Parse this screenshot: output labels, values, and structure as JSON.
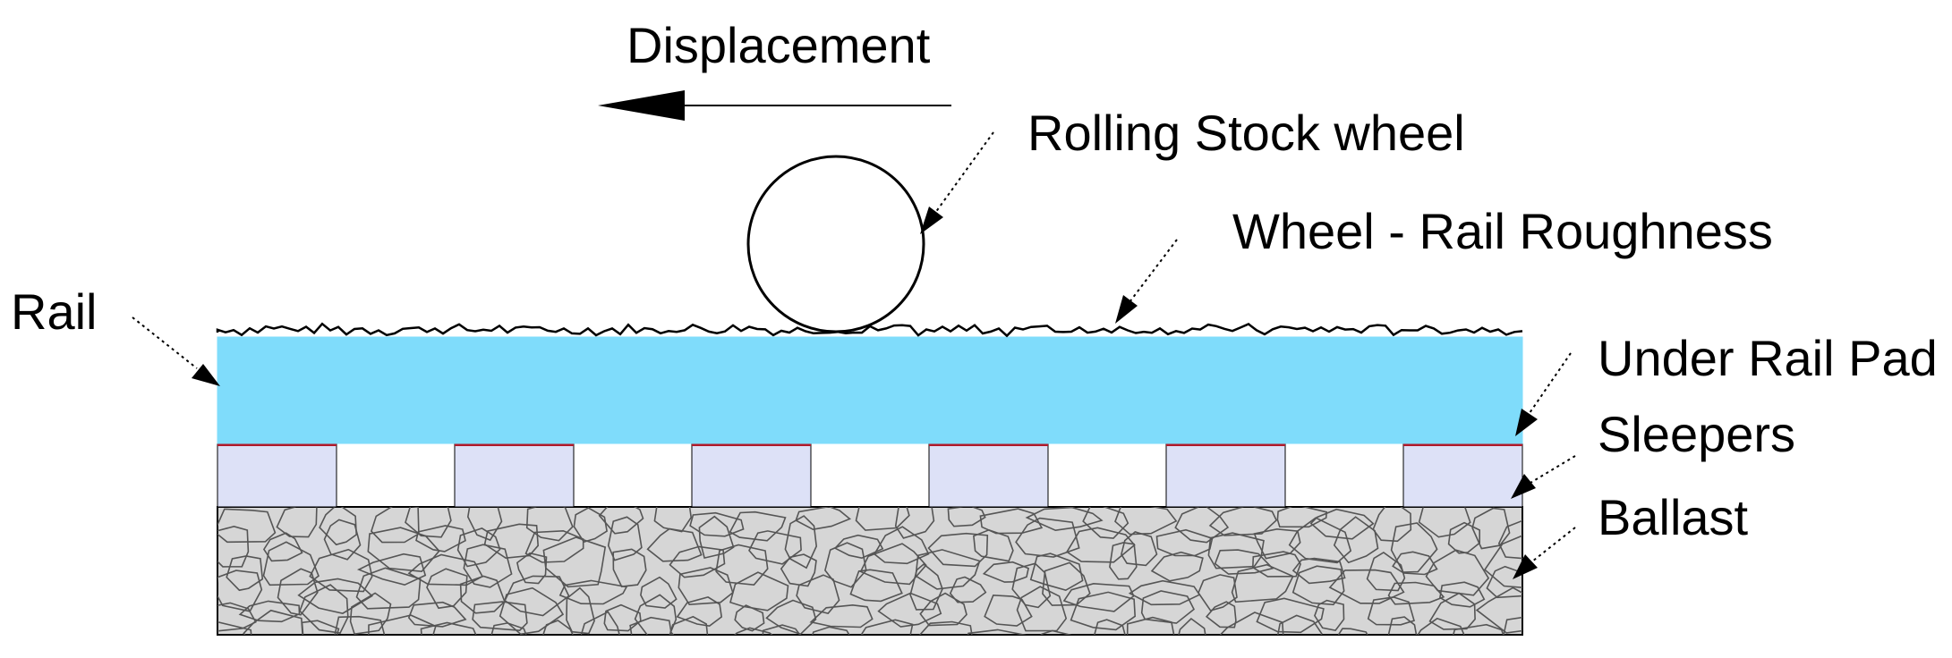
{
  "labels": {
    "displacement": "Displacement",
    "wheel": "Rolling Stock wheel",
    "roughness": "Wheel - Rail Roughness",
    "rail": "Rail",
    "pad": "Under Rail Pad",
    "sleepers": "Sleepers",
    "ballast": "Ballast"
  },
  "colors": {
    "rail": "#7fdcfb",
    "sleeper": "#dde1f7",
    "pad": "#b01a2a",
    "ballast": "#d6d6d6",
    "stone_outline": "#555555",
    "line": "#000000"
  },
  "icons": {
    "displacement_arrow": "arrow-left-icon"
  }
}
